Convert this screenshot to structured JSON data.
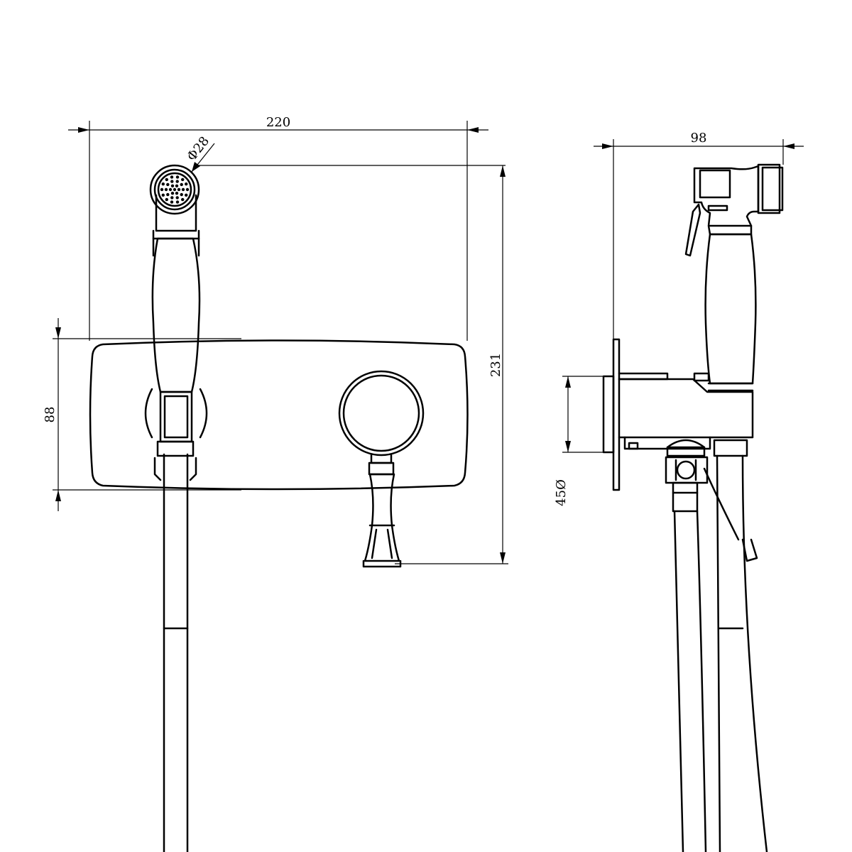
{
  "dimensions": {
    "front_width": "220",
    "head_diameter": "Φ28",
    "front_height": "231",
    "plate_height": "88",
    "side_depth": "98",
    "side_inset": "45Ø"
  }
}
